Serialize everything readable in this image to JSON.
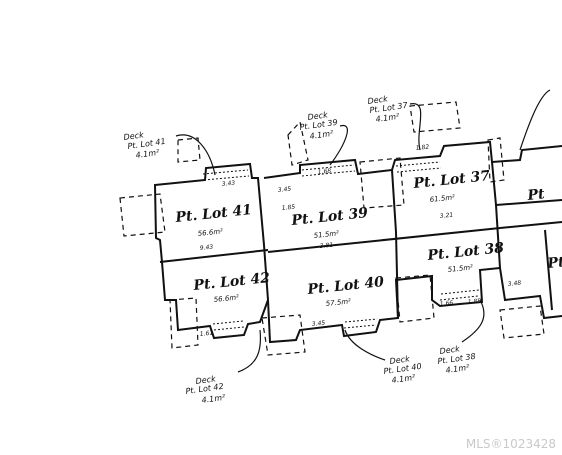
{
  "lots": [
    {
      "label": "Pt. Lot 41",
      "area": "56.6m²"
    },
    {
      "label": "Pt. Lot 39",
      "area": "51.5m²"
    },
    {
      "label": "Pt. Lot 37",
      "area": "61.5m²"
    },
    {
      "label": "Pt. Lot 42",
      "area": "56.6m²"
    },
    {
      "label": "Pt. Lot 40",
      "area": "57.5m²"
    },
    {
      "label": "Pt. Lot 38",
      "area": "51.5m²"
    },
    {
      "label": "Pt",
      "area": ""
    }
  ],
  "decks": [
    {
      "line1": "Deck",
      "line2": "Pt. Lot 41",
      "area": "4.1m²"
    },
    {
      "line1": "Deck",
      "line2": "Pt. Lot 39",
      "area": "4.1m²"
    },
    {
      "line1": "Deck",
      "line2": "Pt. Lot 37",
      "area": "4.1m²"
    },
    {
      "line1": "Deck",
      "line2": "Pt. Lot 42",
      "area": "4.1m²"
    },
    {
      "line1": "Deck",
      "line2": "Pt. Lot 40",
      "area": "4.1m²"
    },
    {
      "line1": "Deck",
      "line2": "Pt. Lot 38",
      "area": "4.1m²"
    }
  ],
  "dims": [
    "3.43",
    "3.45",
    "9.43",
    "3.81",
    "3.21",
    "1.68",
    "1.82",
    "1.85",
    "1.66",
    "1.88",
    "3.45",
    "1.61",
    "3.48"
  ],
  "watermark": "MLS®1023428"
}
